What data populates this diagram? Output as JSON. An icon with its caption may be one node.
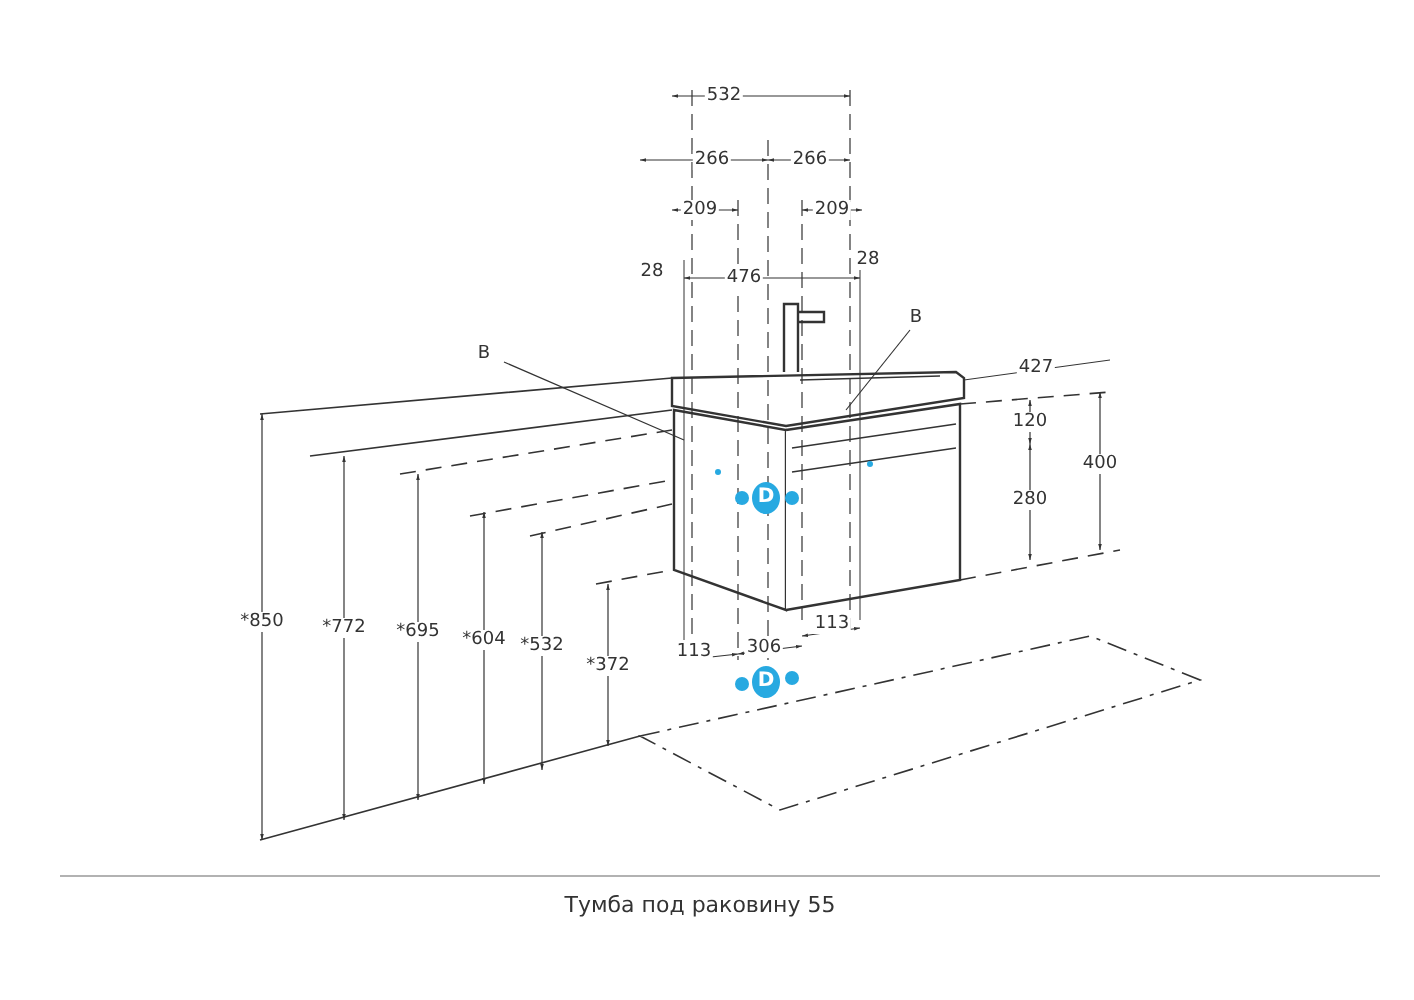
{
  "diagram": {
    "caption": "Тумба под раковину 55",
    "nodes": [
      {
        "text": [
          "В"
        ]
      },
      {
        "text": [
          "В"
        ]
      },
      {
        "text": [
          "D"
        ]
      },
      {
        "text": [
          "D"
        ]
      }
    ],
    "edges": [
      {
        "from": 0,
        "to": null,
        "arrow": "none"
      },
      {
        "from": 1,
        "to": null,
        "arrow": "none"
      }
    ],
    "labels": [
      "532",
      "266",
      "266",
      "209",
      "209",
      "28",
      "476",
      "28",
      "427",
      "120",
      "400",
      "280",
      "*850",
      "*772",
      "*695",
      "*604",
      "*532",
      "*372",
      "113",
      "306",
      "113"
    ]
  }
}
